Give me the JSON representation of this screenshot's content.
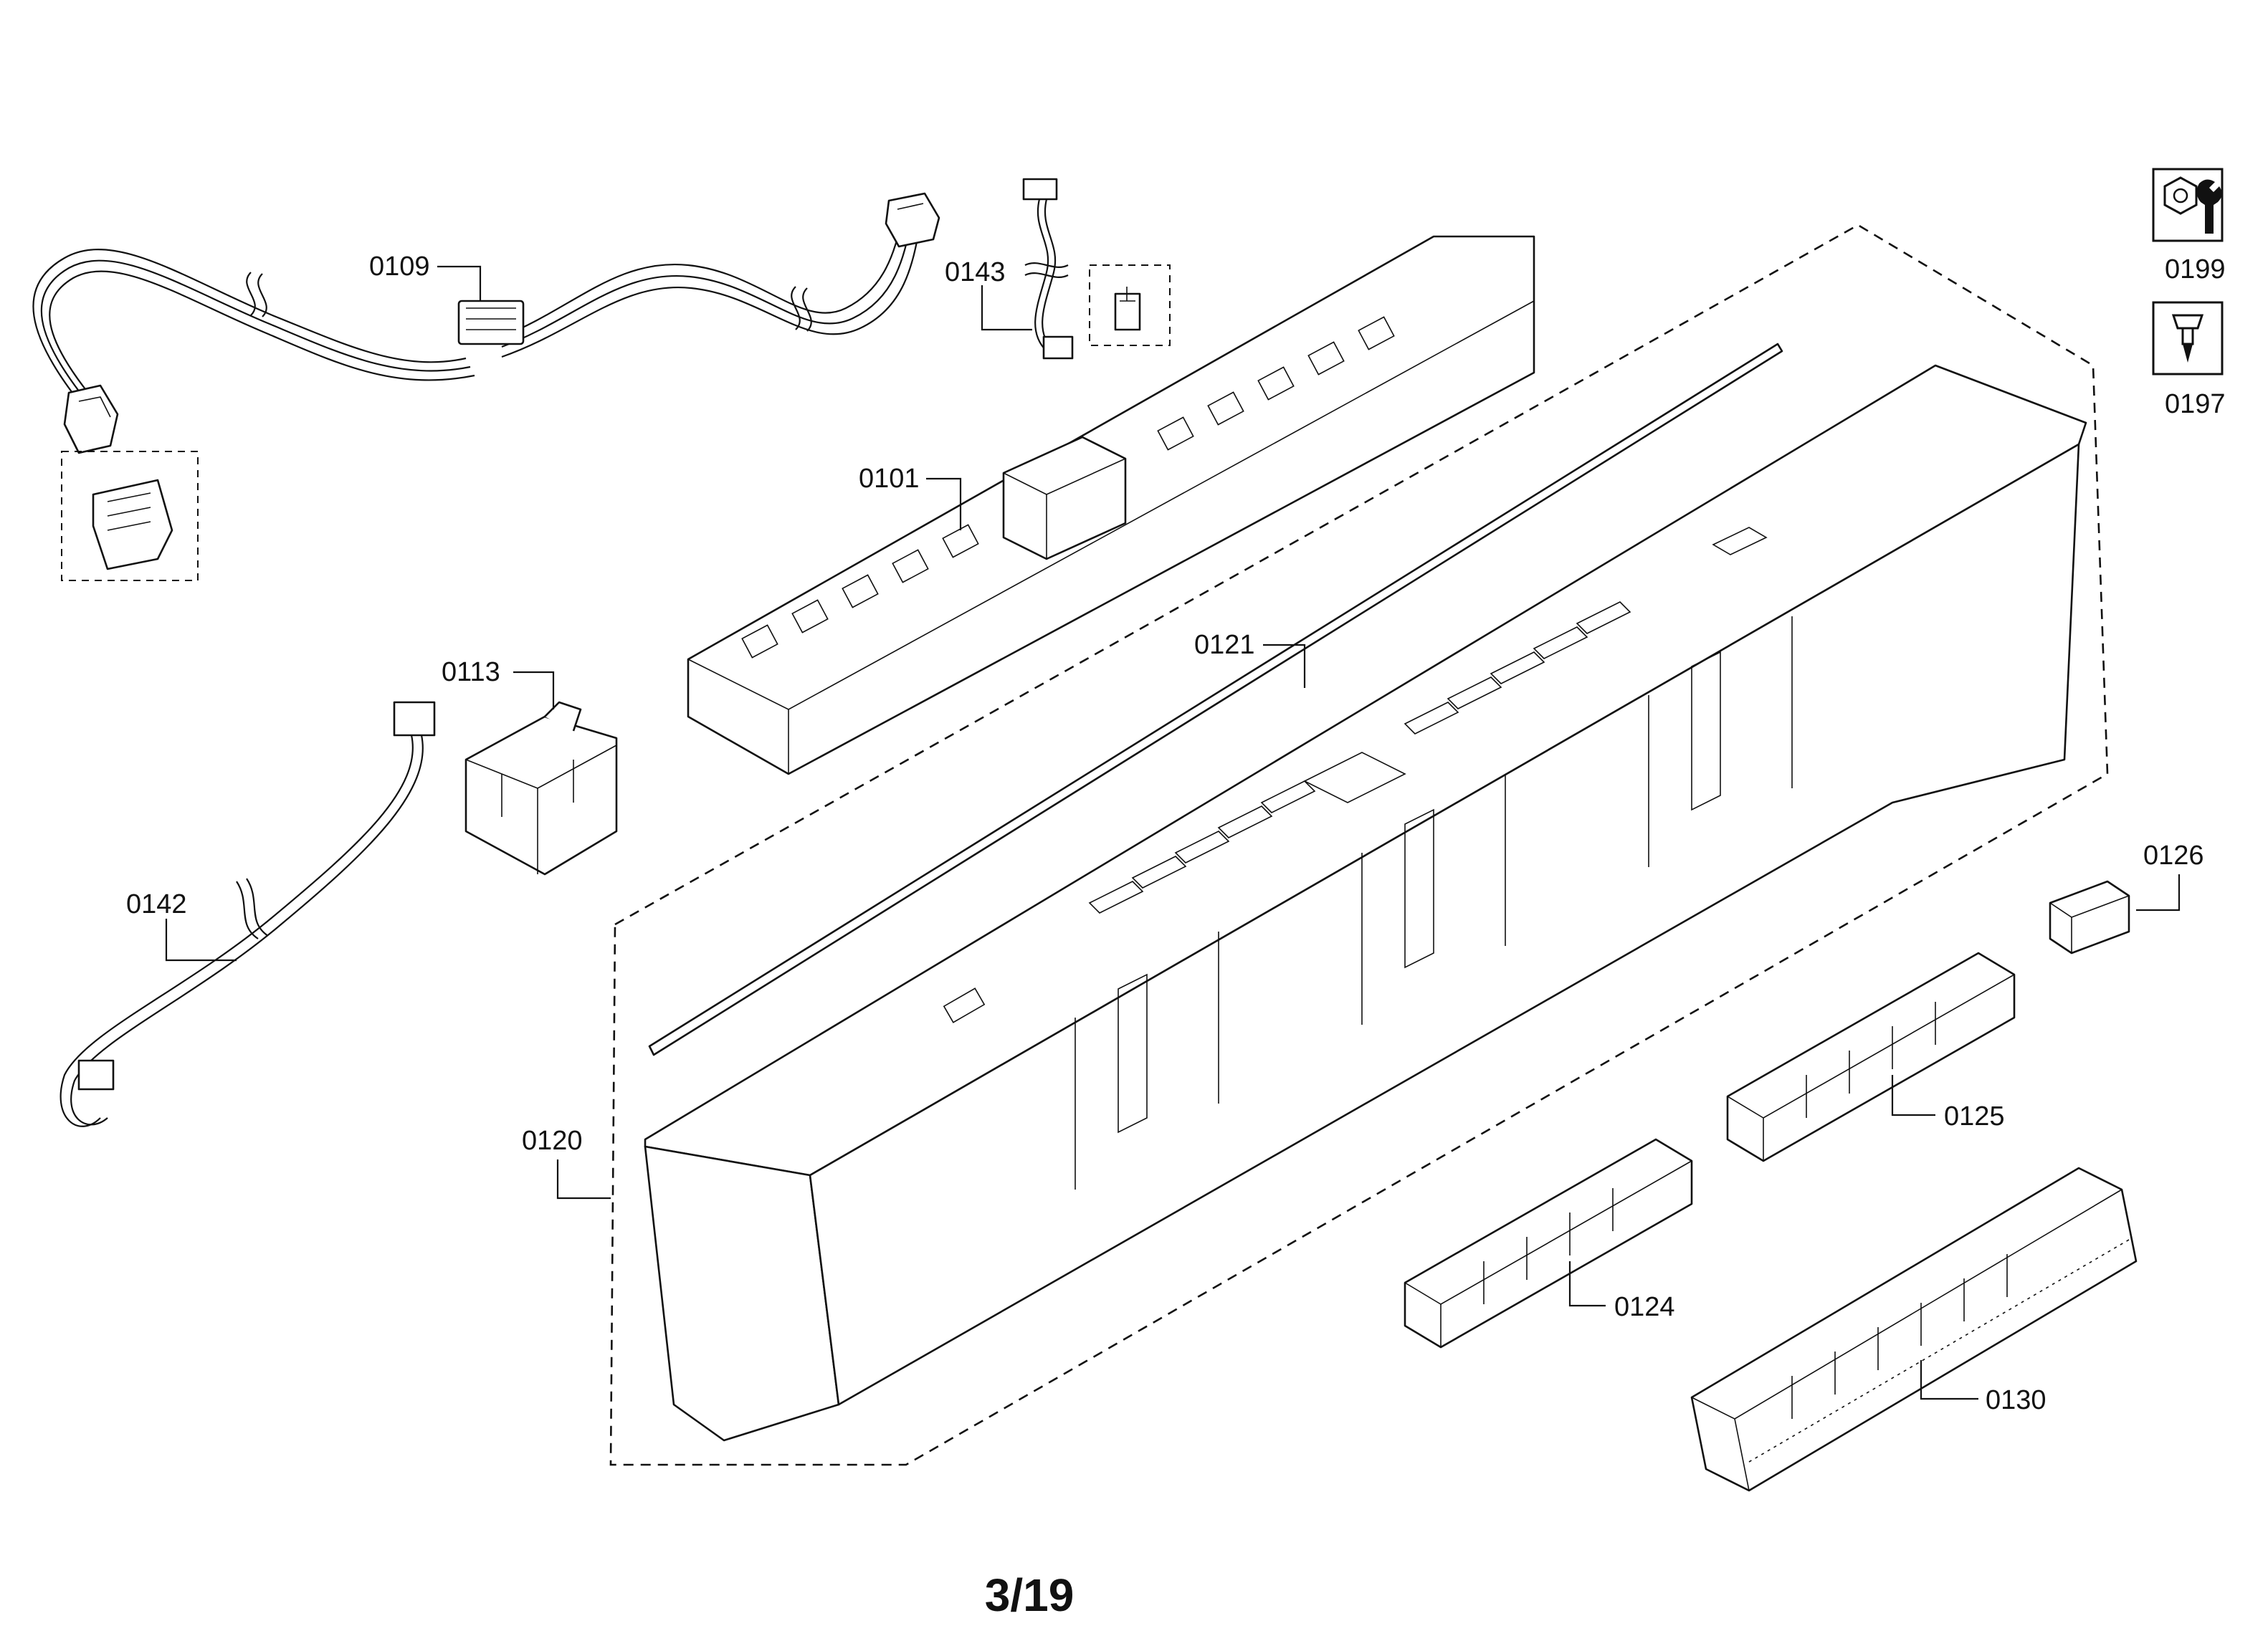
{
  "page_number": "3/19",
  "labels": {
    "p0109": "0109",
    "p0143": "0143",
    "p0101": "0101",
    "p0113": "0113",
    "p0121": "0121",
    "p0142": "0142",
    "p0120": "0120",
    "p0124": "0124",
    "p0125": "0125",
    "p0126": "0126",
    "p0130": "0130",
    "p0199": "0199",
    "p0197": "0197"
  },
  "icons": {
    "p0199": "wrench-nut-icon",
    "p0197": "screwdriver-icon"
  }
}
